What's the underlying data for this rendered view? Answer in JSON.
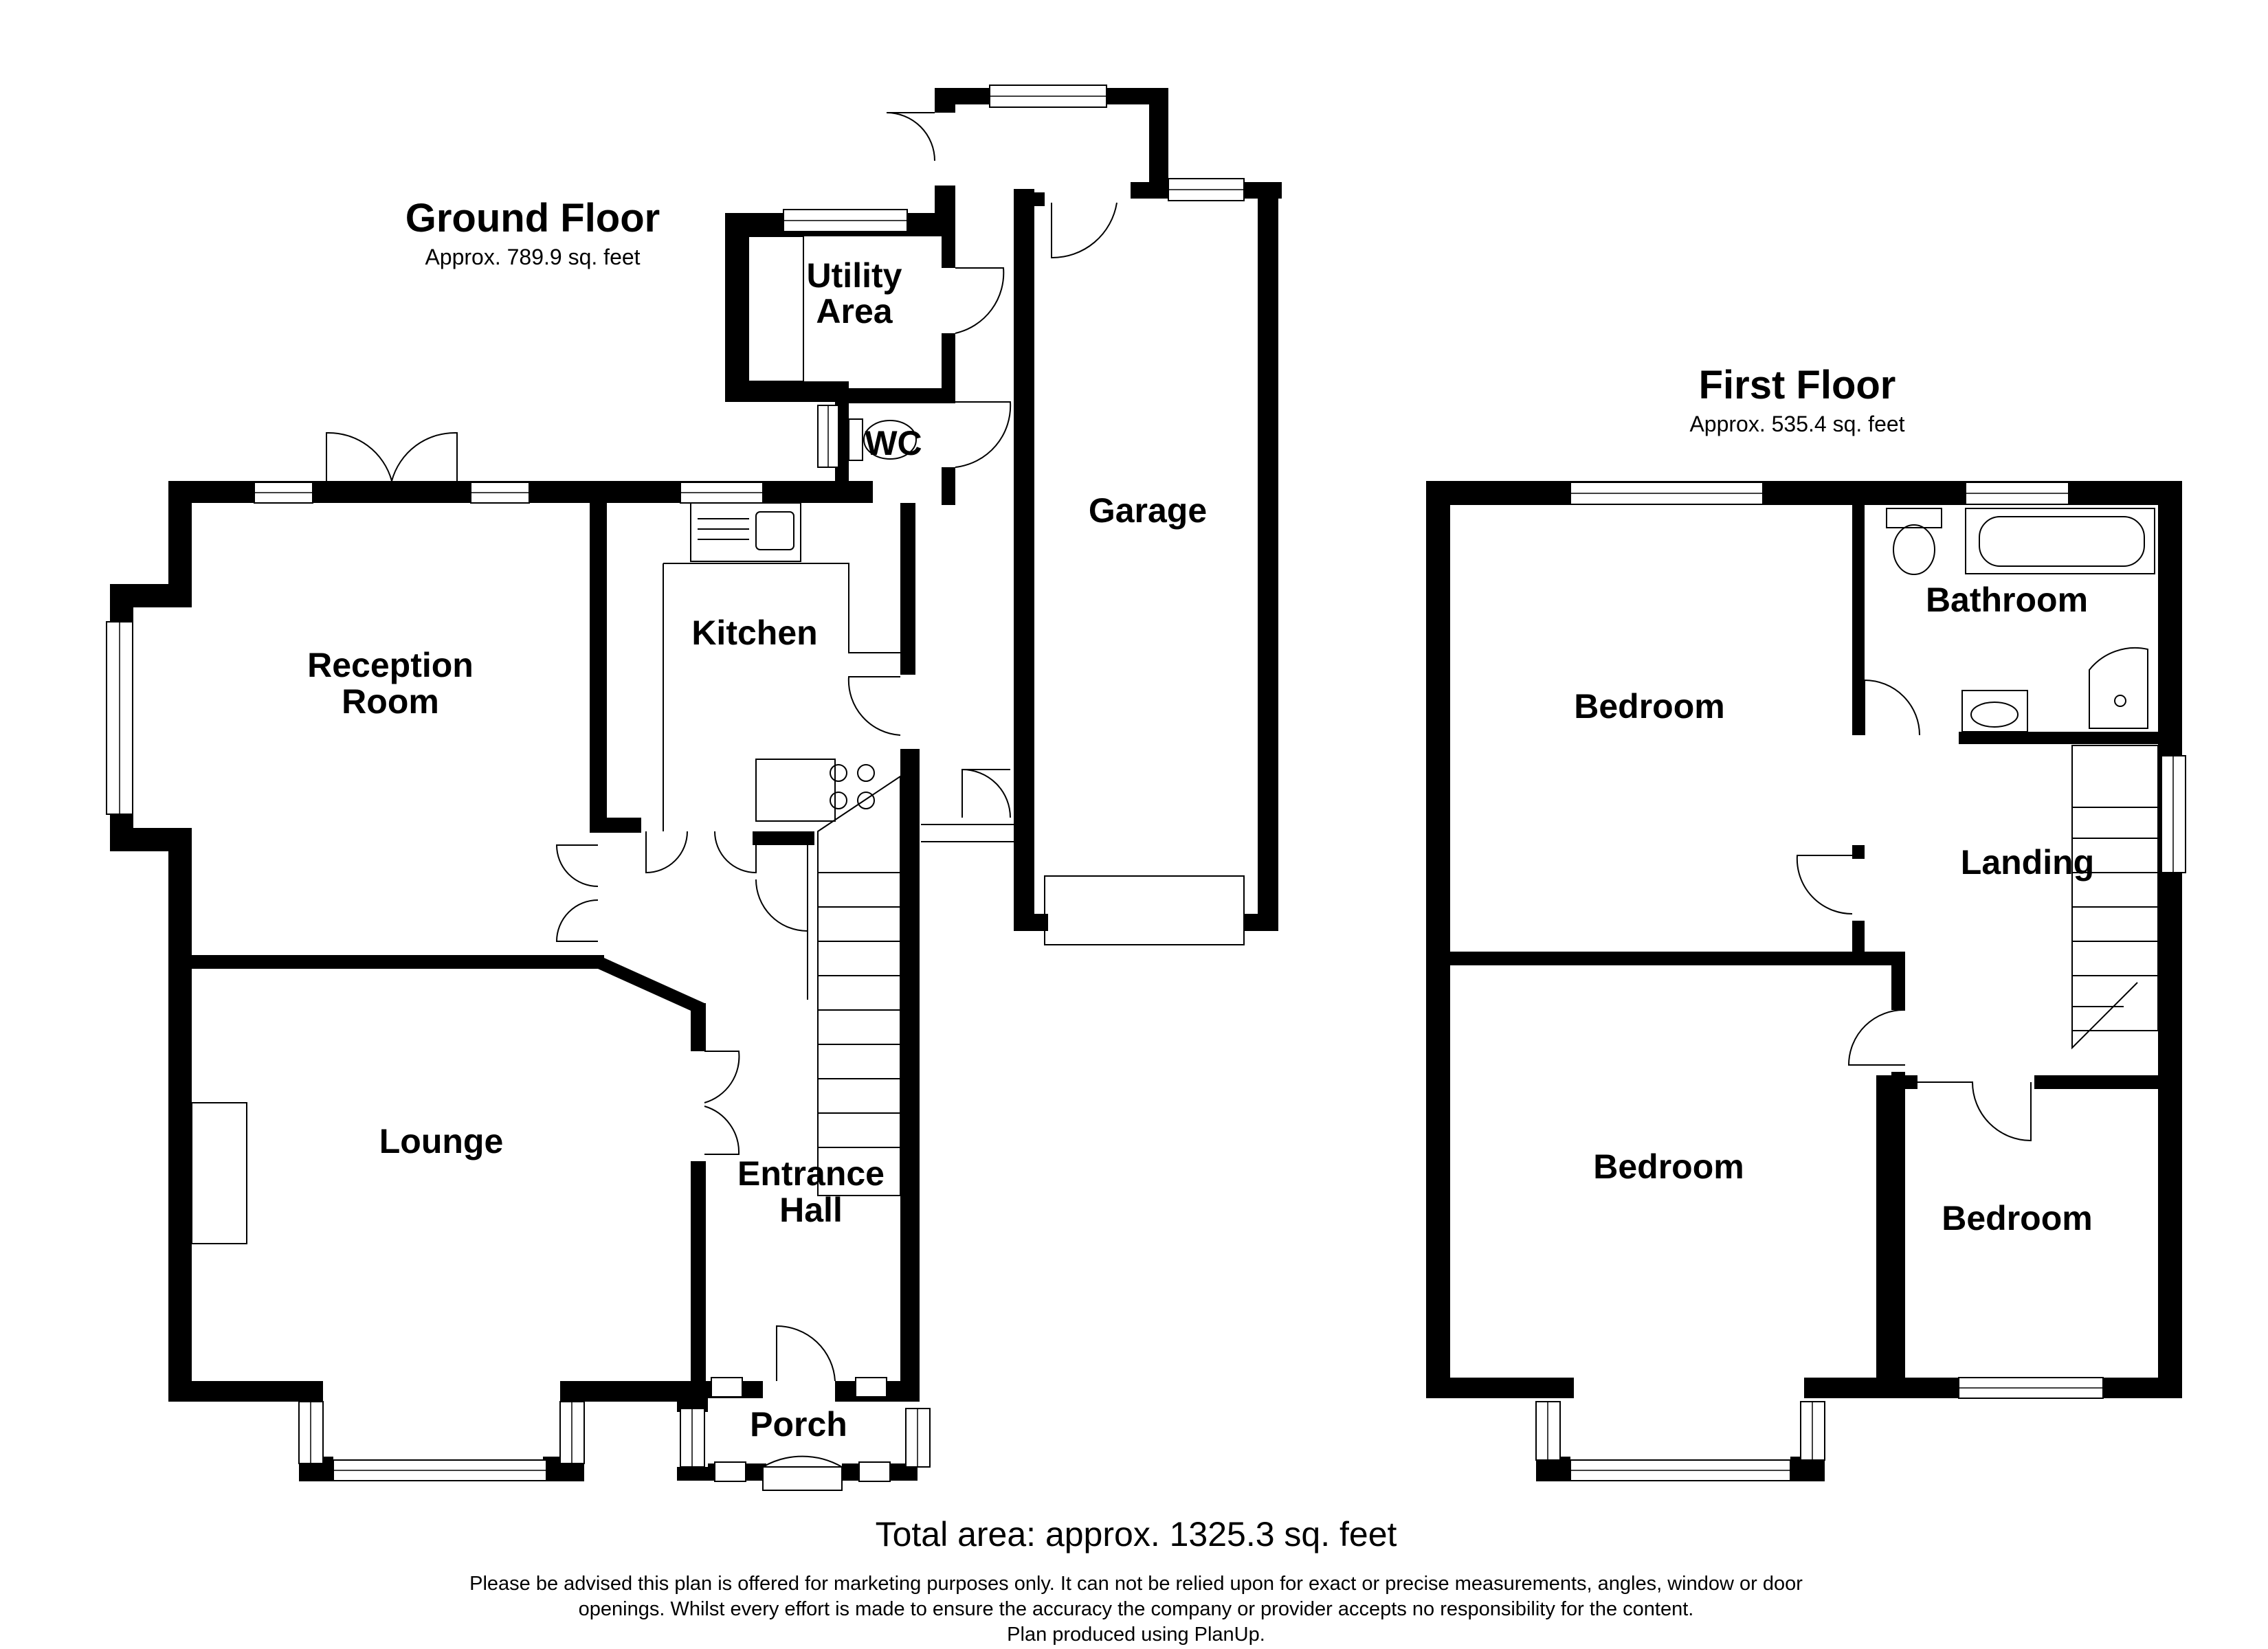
{
  "ground_floor": {
    "title": "Ground Floor",
    "area": "Approx. 789.9 sq. feet",
    "rooms": {
      "utility": [
        "Utility",
        "Area"
      ],
      "wc": "WC",
      "garage": "Garage",
      "reception": [
        "Reception",
        "Room"
      ],
      "kitchen": "Kitchen",
      "lounge": "Lounge",
      "entrance_hall": [
        "Entrance",
        "Hall"
      ],
      "porch": "Porch"
    }
  },
  "first_floor": {
    "title": "First Floor",
    "area": "Approx. 535.4 sq. feet",
    "rooms": {
      "bedroom_1": "Bedroom",
      "bathroom": "Bathroom",
      "landing": "Landing",
      "bedroom_2": "Bedroom",
      "bedroom_3": "Bedroom"
    }
  },
  "total_area": "Total area: approx. 1325.3 sq. feet",
  "disclaimer": [
    "Please be advised this plan is offered for marketing purposes only. It can not be relied upon for exact or precise measurements, angles, window or door",
    "openings. Whilst every effort is made to ensure the accuracy the company or provider accepts no responsibility for the content.",
    "Plan produced using PlanUp."
  ]
}
